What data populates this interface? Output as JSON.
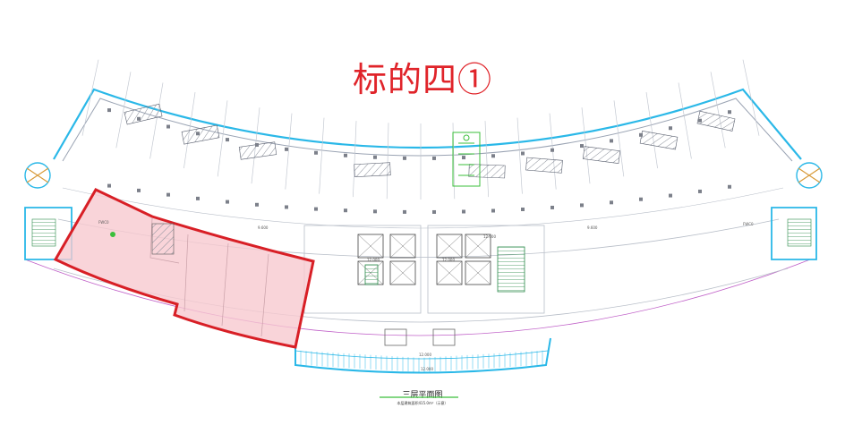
{
  "title": "标的四①",
  "plan_title": "三层平面图",
  "plan_subtitle": "本层建筑面积415.0m²（示意）",
  "highlight": {
    "label": "FWC0",
    "color": "#d81f26",
    "fill": "#f8c9cf"
  },
  "colors": {
    "outer_wall": "#2ab8e8",
    "inner_wall": "#9aa3b3",
    "dim_line": "#c060c8",
    "green_marks": "#3bbf3b"
  },
  "tags": {
    "west_room": "FWC0",
    "east_room": "FWC0"
  },
  "small_labels": [
    "9.600",
    "12.000",
    "9.600",
    "12.000",
    "12.000",
    "12.000",
    "12.000"
  ]
}
